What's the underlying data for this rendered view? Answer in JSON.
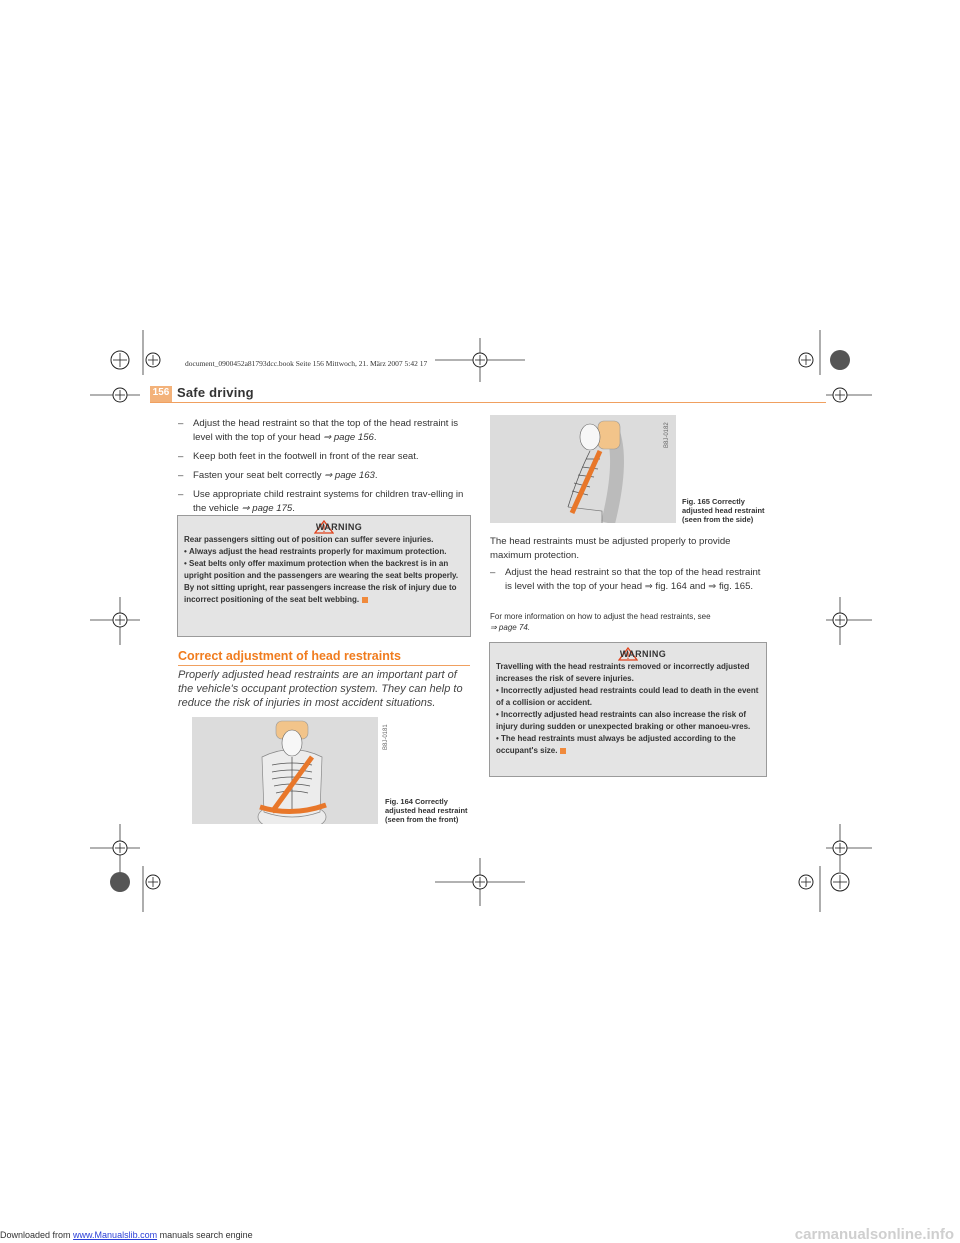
{
  "header": {
    "print_note": "document_0900452a81793dcc.book  Seite 156  Mittwoch, 21. März 2007  5:42 17",
    "page_number": "156",
    "section_title": "Safe driving"
  },
  "left_column": {
    "items": [
      {
        "dash": "–",
        "text": "Adjust the head restraint so that the top of the head restraint is level with the top of your head ",
        "ref": "⇒ page 156",
        "end": "."
      },
      {
        "dash": "–",
        "text": "Keep both feet in the footwell in front of the rear seat.",
        "ref": "",
        "end": ""
      },
      {
        "dash": "–",
        "text": "Fasten your seat belt correctly ",
        "ref": "⇒ page 163",
        "end": "."
      },
      {
        "dash": "–",
        "text": "Use appropriate child restraint systems for children trav-elling in the vehicle ",
        "ref": "⇒ page 175",
        "end": "."
      }
    ],
    "warning": {
      "title": "WARNING",
      "intro": "Rear passengers sitting out of position can suffer severe injuries.",
      "bullets": [
        "Always adjust the head restraints properly for maximum protection.",
        "Seat belts only offer maximum protection when the backrest is in an upright position and the passengers are wearing the seat belts properly. By not sitting upright, rear passengers increase the risk of injury due to incorrect positioning of the seat belt webbing."
      ]
    },
    "heading": "Correct adjustment of head restraints",
    "intro": "Properly adjusted head restraints are an important part of the vehicle's occupant protection system. They can help to reduce the risk of injuries in most accident situations.",
    "figure": {
      "code": "B8J-0181",
      "caption": "Fig. 164  Correctly adjusted head restraint (seen from the front)"
    }
  },
  "right_column": {
    "figure": {
      "code": "B8J-0182",
      "caption": "Fig. 165  Correctly adjusted head restraint (seen from the side)"
    },
    "paragraph": "The head restraints must be adjusted properly to provide maximum protection.",
    "item": {
      "dash": "–",
      "text": "Adjust the head restraint so that the top of the head restraint is level with the top of your head ⇒ fig. 164 and ⇒ fig. 165."
    },
    "note": "For more information on how to adjust the head restraints, see",
    "note_ref": "⇒ page 74.",
    "warning": {
      "title": "WARNING",
      "intro": "Travelling with the head restraints removed or incorrectly adjusted increases the risk of severe injuries.",
      "bullets": [
        "Incorrectly adjusted head restraints could lead to death in the event of a collision or accident.",
        "Incorrectly adjusted head restraints can also increase the risk of injury during sudden or unexpected braking or other manoeu-vres.",
        "The head restraints must always be adjusted according to the occupant's size."
      ]
    }
  },
  "footer": {
    "prefix": "Downloaded from ",
    "link": "www.Manualslib.com",
    "suffix": "  manuals search engine",
    "watermark": "carmanualsonline.info"
  },
  "colors": {
    "accent": "#f07c1e",
    "warning_bg": "#e4e4e4",
    "figure_bg": "#dcdcdc"
  }
}
